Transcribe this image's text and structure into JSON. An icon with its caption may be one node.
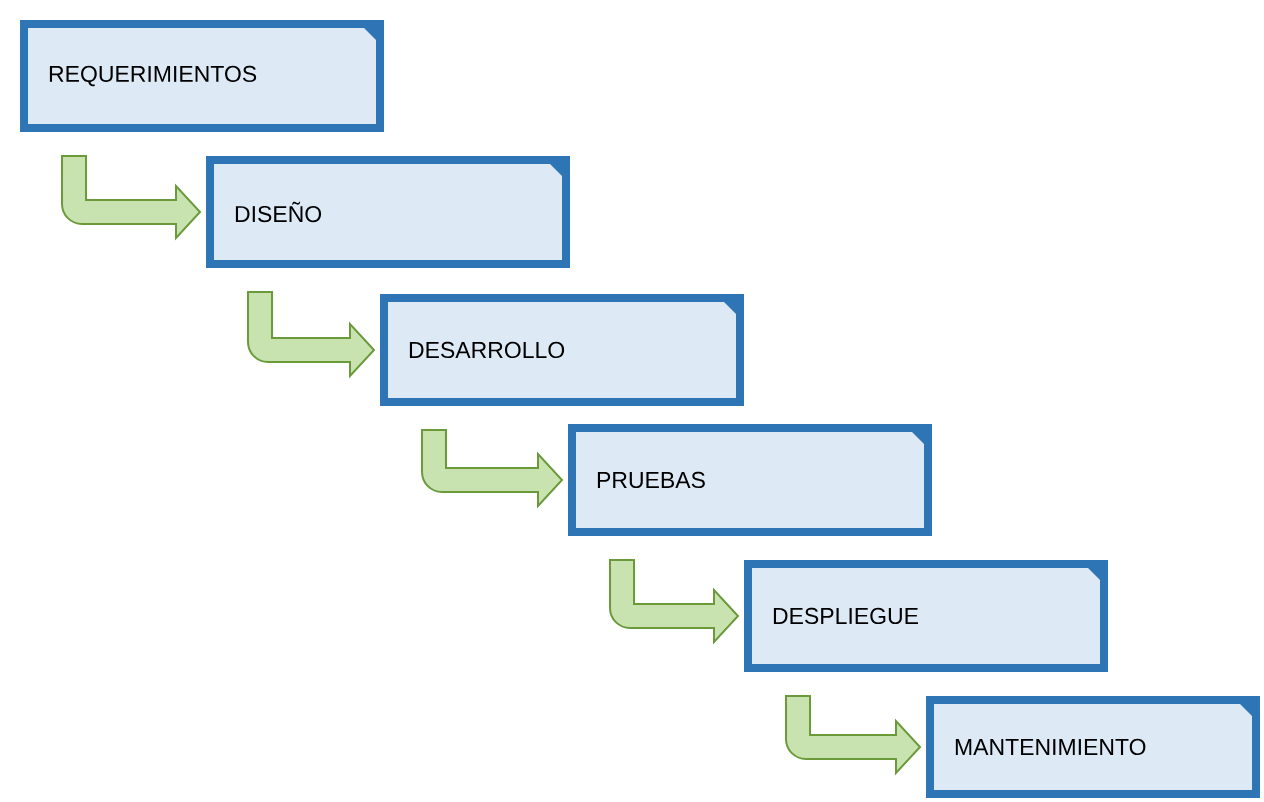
{
  "diagram": {
    "nodes": [
      {
        "text": [
          "REQUERIMIENTOS"
        ]
      },
      {
        "text": [
          "DISEÑO"
        ]
      },
      {
        "text": [
          "DESARROLLO"
        ]
      },
      {
        "text": [
          "PRUEBAS"
        ]
      },
      {
        "text": [
          "DESPLIEGUE"
        ]
      },
      {
        "text": [
          "MANTENIMIENTO"
        ]
      }
    ],
    "edges": [
      {
        "from": 0,
        "to": 1,
        "arrow": "to"
      },
      {
        "from": 1,
        "to": 2,
        "arrow": "to"
      },
      {
        "from": 2,
        "to": 3,
        "arrow": "to"
      },
      {
        "from": 3,
        "to": 4,
        "arrow": "to"
      },
      {
        "from": 4,
        "to": 5,
        "arrow": "to"
      }
    ]
  }
}
